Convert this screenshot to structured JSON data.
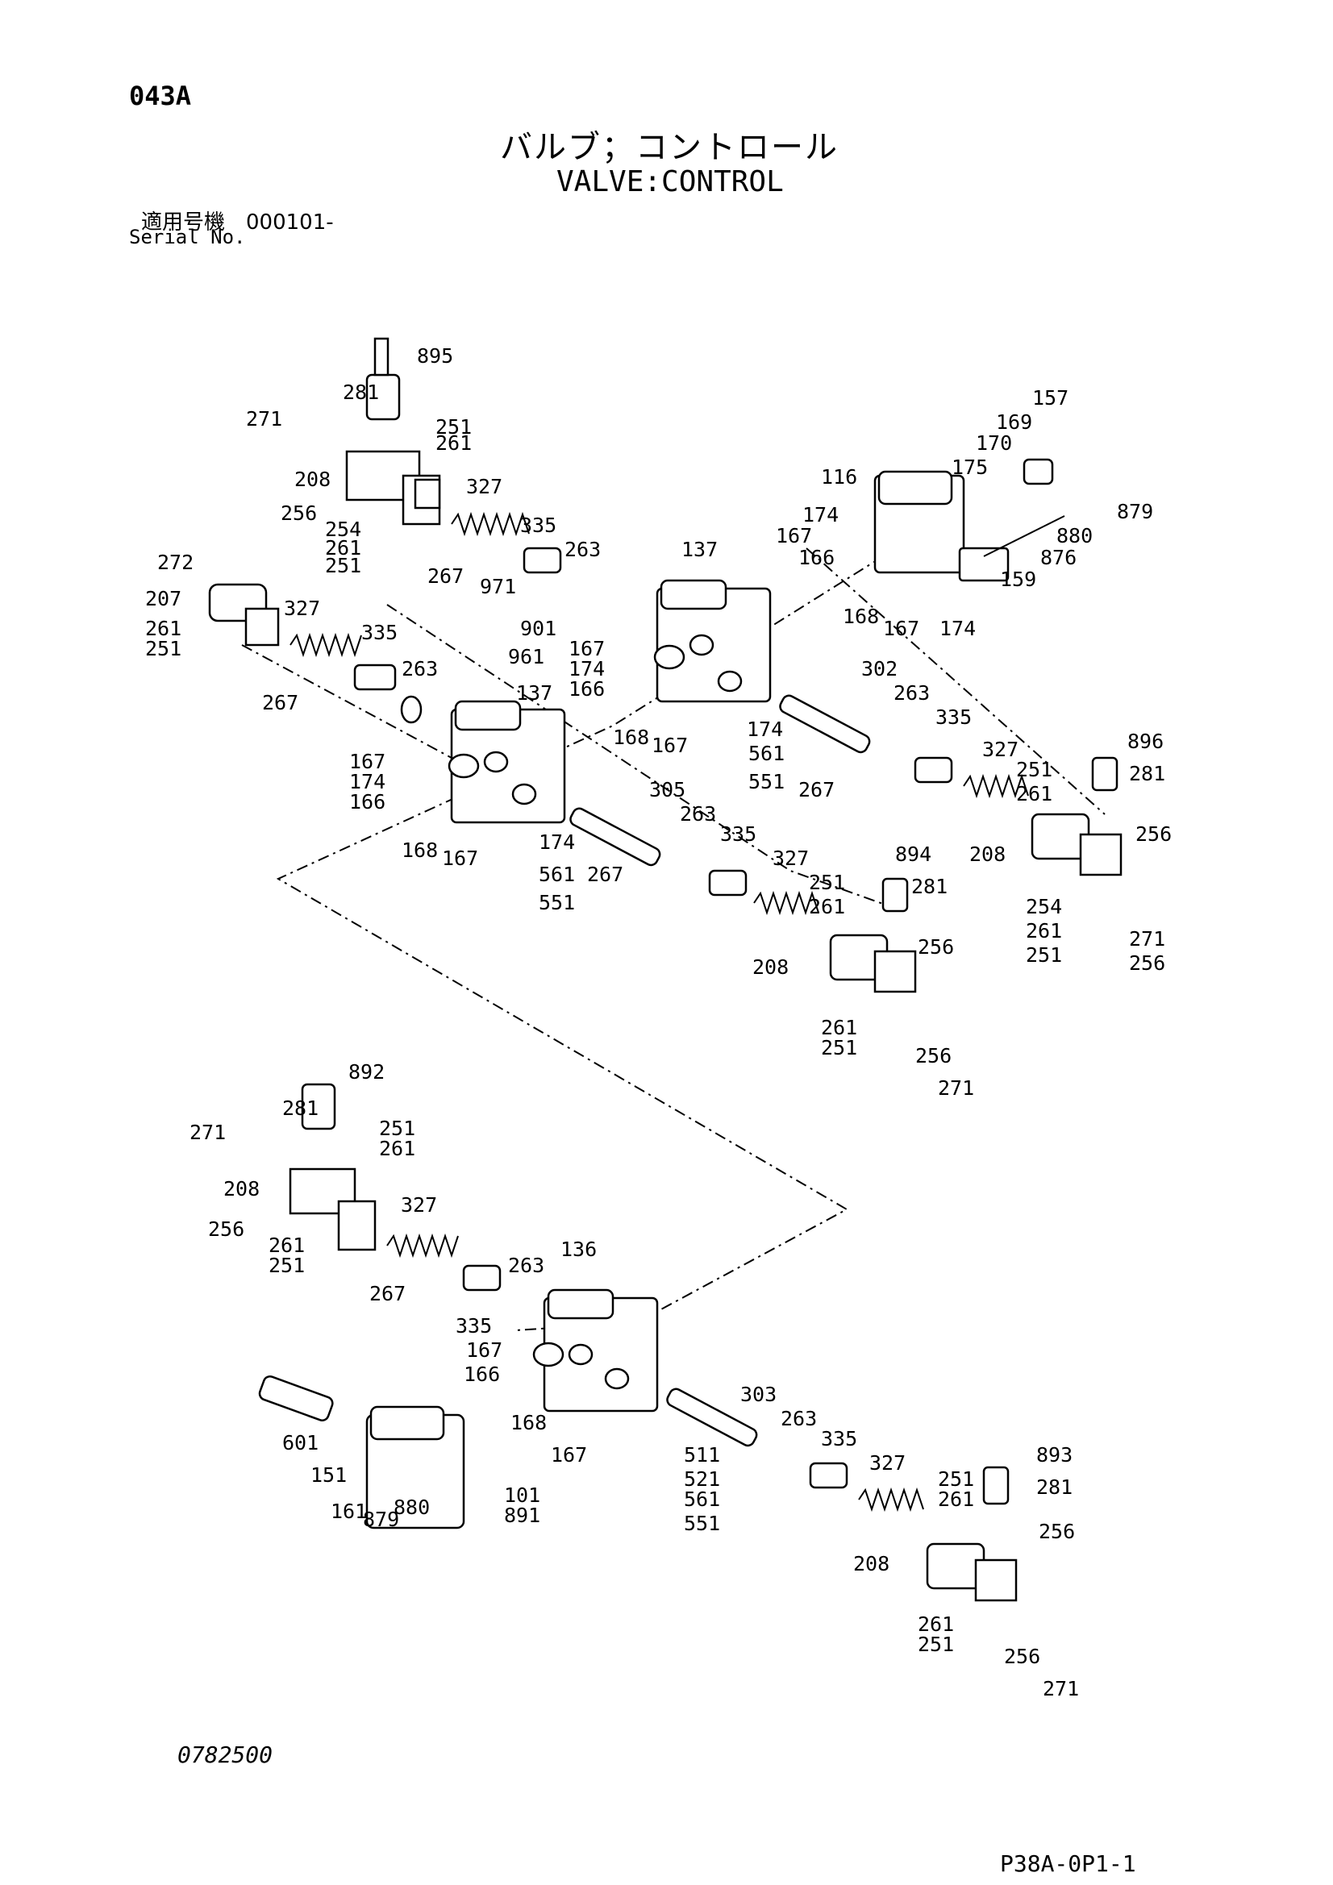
{
  "header": {
    "page_code": "043A",
    "title_jp": "バルブ；コントロール",
    "title_en": "VALVE:CONTROL",
    "serial_jp": "適用号機　000101-",
    "serial_en": "Serial No."
  },
  "footer": {
    "drawing_no": "0782500",
    "page_ref": "P38A-0P1-1"
  },
  "callouts": [
    {
      "id": "c895",
      "text": "895"
    },
    {
      "id": "c281a",
      "text": "281"
    },
    {
      "id": "c271a",
      "text": "271"
    },
    {
      "id": "c251a",
      "text": "251"
    },
    {
      "id": "c261a",
      "text": "261"
    },
    {
      "id": "c208a",
      "text": "208"
    },
    {
      "id": "c327a",
      "text": "327"
    },
    {
      "id": "c256a",
      "text": "256"
    },
    {
      "id": "c254a",
      "text": "254"
    },
    {
      "id": "c261b",
      "text": "261"
    },
    {
      "id": "c251b",
      "text": "251"
    },
    {
      "id": "c335a",
      "text": "335"
    },
    {
      "id": "c263a",
      "text": "263"
    },
    {
      "id": "c267a",
      "text": "267"
    },
    {
      "id": "c971",
      "text": "971"
    },
    {
      "id": "c272",
      "text": "272"
    },
    {
      "id": "c207",
      "text": "207"
    },
    {
      "id": "c327b",
      "text": "327"
    },
    {
      "id": "c261c",
      "text": "261"
    },
    {
      "id": "c251c",
      "text": "251"
    },
    {
      "id": "c267b",
      "text": "267"
    },
    {
      "id": "c335b",
      "text": "335"
    },
    {
      "id": "c263b",
      "text": "263"
    },
    {
      "id": "c901",
      "text": "901"
    },
    {
      "id": "c961",
      "text": "961"
    },
    {
      "id": "c157",
      "text": "157"
    },
    {
      "id": "c169",
      "text": "169"
    },
    {
      "id": "c170",
      "text": "170"
    },
    {
      "id": "c175",
      "text": "175"
    },
    {
      "id": "c116",
      "text": "116"
    },
    {
      "id": "c879a",
      "text": "879"
    },
    {
      "id": "c880a",
      "text": "880"
    },
    {
      "id": "c174a",
      "text": "174"
    },
    {
      "id": "c167a",
      "text": "167"
    },
    {
      "id": "c166a",
      "text": "166"
    },
    {
      "id": "c876",
      "text": "876"
    },
    {
      "id": "c159",
      "text": "159"
    },
    {
      "id": "c168a",
      "text": "168"
    },
    {
      "id": "c167b",
      "text": "167"
    },
    {
      "id": "c174b",
      "text": "174"
    },
    {
      "id": "c137a",
      "text": "137"
    },
    {
      "id": "c167c",
      "text": "167"
    },
    {
      "id": "c174c",
      "text": "174"
    },
    {
      "id": "c166b",
      "text": "166"
    },
    {
      "id": "c168b",
      "text": "168"
    },
    {
      "id": "c167d",
      "text": "167"
    },
    {
      "id": "c174d",
      "text": "174"
    },
    {
      "id": "c561a",
      "text": "561"
    },
    {
      "id": "c551a",
      "text": "551"
    },
    {
      "id": "c267c",
      "text": "267"
    },
    {
      "id": "c302",
      "text": "302"
    },
    {
      "id": "c263c",
      "text": "263"
    },
    {
      "id": "c335c",
      "text": "335"
    },
    {
      "id": "c327c",
      "text": "327"
    },
    {
      "id": "c896",
      "text": "896"
    },
    {
      "id": "c251d",
      "text": "251"
    },
    {
      "id": "c281b",
      "text": "281"
    },
    {
      "id": "c261d",
      "text": "261"
    },
    {
      "id": "c256b",
      "text": "256"
    },
    {
      "id": "c208b",
      "text": "208"
    },
    {
      "id": "c254b",
      "text": "254"
    },
    {
      "id": "c261e",
      "text": "261"
    },
    {
      "id": "c251e",
      "text": "251"
    },
    {
      "id": "c271b",
      "text": "271"
    },
    {
      "id": "c256c",
      "text": "256"
    },
    {
      "id": "c137b",
      "text": "137"
    },
    {
      "id": "c167e",
      "text": "167"
    },
    {
      "id": "c174e",
      "text": "174"
    },
    {
      "id": "c166c",
      "text": "166"
    },
    {
      "id": "c168c",
      "text": "168"
    },
    {
      "id": "c167f",
      "text": "167"
    },
    {
      "id": "c174f",
      "text": "174"
    },
    {
      "id": "c561b",
      "text": "561"
    },
    {
      "id": "c267d",
      "text": "267"
    },
    {
      "id": "c551b",
      "text": "551"
    },
    {
      "id": "c305",
      "text": "305"
    },
    {
      "id": "c263d",
      "text": "263"
    },
    {
      "id": "c335d",
      "text": "335"
    },
    {
      "id": "c327d",
      "text": "327"
    },
    {
      "id": "c894",
      "text": "894"
    },
    {
      "id": "c251f",
      "text": "251"
    },
    {
      "id": "c281c",
      "text": "281"
    },
    {
      "id": "c261f",
      "text": "261"
    },
    {
      "id": "c256d",
      "text": "256"
    },
    {
      "id": "c208c",
      "text": "208"
    },
    {
      "id": "c261g",
      "text": "261"
    },
    {
      "id": "c251g",
      "text": "251"
    },
    {
      "id": "c256e",
      "text": "256"
    },
    {
      "id": "c271c",
      "text": "271"
    },
    {
      "id": "c892",
      "text": "892"
    },
    {
      "id": "c281d",
      "text": "281"
    },
    {
      "id": "c271d",
      "text": "271"
    },
    {
      "id": "c251h",
      "text": "251"
    },
    {
      "id": "c261h",
      "text": "261"
    },
    {
      "id": "c208d",
      "text": "208"
    },
    {
      "id": "c327e",
      "text": "327"
    },
    {
      "id": "c256f",
      "text": "256"
    },
    {
      "id": "c261i",
      "text": "261"
    },
    {
      "id": "c251i",
      "text": "251"
    },
    {
      "id": "c267e",
      "text": "267"
    },
    {
      "id": "c335e",
      "text": "335"
    },
    {
      "id": "c263e",
      "text": "263"
    },
    {
      "id": "c136",
      "text": "136"
    },
    {
      "id": "c167g",
      "text": "167"
    },
    {
      "id": "c166d",
      "text": "166"
    },
    {
      "id": "c168d",
      "text": "168"
    },
    {
      "id": "c167h",
      "text": "167"
    },
    {
      "id": "c601",
      "text": "601"
    },
    {
      "id": "c151",
      "text": "151"
    },
    {
      "id": "c161",
      "text": "161"
    },
    {
      "id": "c879b",
      "text": "879"
    },
    {
      "id": "c880b",
      "text": "880"
    },
    {
      "id": "c101",
      "text": "101"
    },
    {
      "id": "c891",
      "text": "891"
    },
    {
      "id": "c511",
      "text": "511"
    },
    {
      "id": "c521",
      "text": "521"
    },
    {
      "id": "c561c",
      "text": "561"
    },
    {
      "id": "c551c",
      "text": "551"
    },
    {
      "id": "c303",
      "text": "303"
    },
    {
      "id": "c263f",
      "text": "263"
    },
    {
      "id": "c335f",
      "text": "335"
    },
    {
      "id": "c327f",
      "text": "327"
    },
    {
      "id": "c893",
      "text": "893"
    },
    {
      "id": "c251j",
      "text": "251"
    },
    {
      "id": "c281e",
      "text": "281"
    },
    {
      "id": "c261j",
      "text": "261"
    },
    {
      "id": "c256g",
      "text": "256"
    },
    {
      "id": "c208e",
      "text": "208"
    },
    {
      "id": "c261k",
      "text": "261"
    },
    {
      "id": "c251k",
      "text": "251"
    },
    {
      "id": "c256h",
      "text": "256"
    },
    {
      "id": "c271e",
      "text": "271"
    }
  ]
}
